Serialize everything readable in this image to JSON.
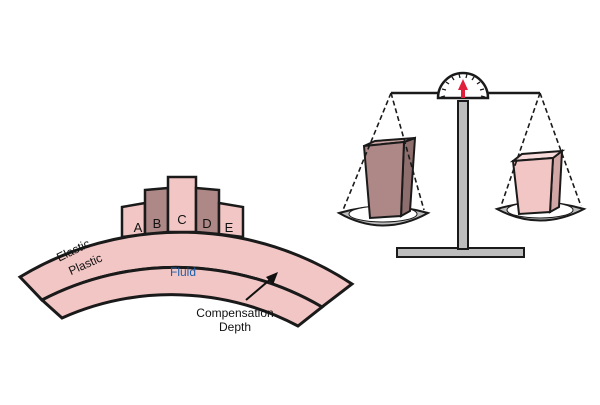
{
  "diagram": {
    "left_panel": {
      "layers": {
        "elastic": "Elastic",
        "plastic": "Plastic",
        "fluid": "Fluid"
      },
      "blocks": [
        {
          "label": "A",
          "shade": "light"
        },
        {
          "label": "B",
          "shade": "dark"
        },
        {
          "label": "C",
          "shade": "light"
        },
        {
          "label": "D",
          "shade": "dark"
        },
        {
          "label": "E",
          "shade": "light"
        }
      ],
      "annotation": {
        "line1": "Compensation",
        "line2": "Depth"
      }
    },
    "right_panel": {
      "object": "balance-scale",
      "left_pan_item": "tall dark block",
      "right_pan_item": "short light block"
    },
    "colors": {
      "light_fill": "#f2c6c4",
      "dark_fill": "#ad8886",
      "outline": "#1a1a1a",
      "fluid_text": "#1f5fa8",
      "gauge_arrow": "#e0203a",
      "scale_body": "#bdbdbd"
    }
  }
}
